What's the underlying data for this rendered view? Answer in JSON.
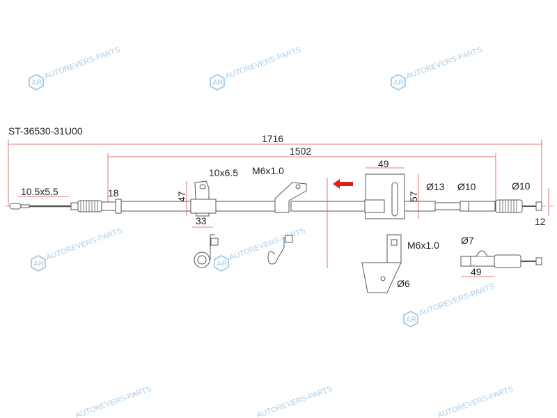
{
  "part_number": "ST-36530-31U00",
  "watermark": "AUTOREVERS-PARTS",
  "watermark_logo": "AR",
  "dimensions": {
    "overall_length": "1716",
    "sheath_length": "1502",
    "end_eye": "10.5x5.5",
    "boot_length": "18",
    "bracket1_height": "47",
    "bracket1_hole": "10x6.5",
    "bracket1_width": "33",
    "bracket2_thread": "M6x1.0",
    "bracket3_width": "49",
    "bracket3_height": "57",
    "sheath_diameter": "Ø13",
    "ferrule_diameter": "Ø10",
    "end_diameter": "Ø10",
    "end_length": "12",
    "detail_thread": "M6x1.0",
    "detail_hole": "Ø6",
    "detail_hole2": "Ø7",
    "detail_length": "49"
  },
  "colors": {
    "dimension": "#d9534f",
    "arrow": "#d9221c",
    "watermark": "#a9cdea"
  }
}
